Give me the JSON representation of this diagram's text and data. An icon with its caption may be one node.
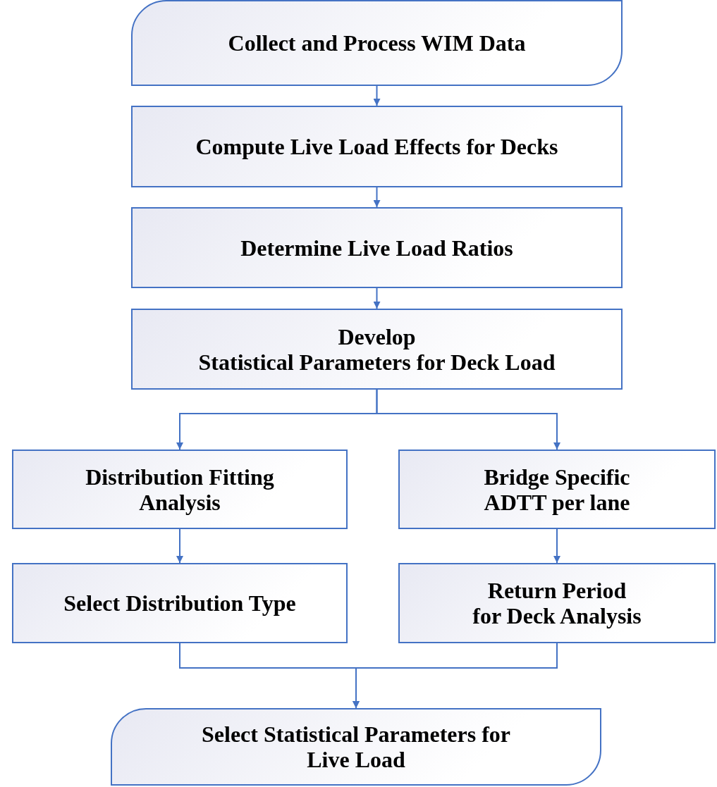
{
  "diagram": {
    "nodes": [
      {
        "text": [
          "Collect and Process WIM Data"
        ]
      },
      {
        "text": [
          "Compute Live Load Effects for Decks"
        ]
      },
      {
        "text": [
          "Determine Live Load Ratios"
        ]
      },
      {
        "text": [
          "Develop",
          "Statistical Parameters for Deck Load"
        ]
      },
      {
        "text": [
          "Distribution Fitting Analysis"
        ]
      },
      {
        "text": [
          "Bridge Specific ADTT per lane"
        ]
      },
      {
        "text": [
          "Select Distribution Type"
        ]
      },
      {
        "text": [
          "Return Period",
          "for Deck Analysis"
        ]
      },
      {
        "text": [
          "Select Statistical Parameters for Live Load"
        ]
      }
    ],
    "edges": [
      {
        "from": 0,
        "to": 1,
        "arrow": "to"
      },
      {
        "from": 1,
        "to": 2,
        "arrow": "to"
      },
      {
        "from": 2,
        "to": 3,
        "arrow": "to"
      },
      {
        "from": 3,
        "to": 4,
        "arrow": "to"
      },
      {
        "from": 3,
        "to": 5,
        "arrow": "to"
      },
      {
        "from": 4,
        "to": 6,
        "arrow": "to"
      },
      {
        "from": 5,
        "to": 7,
        "arrow": "to"
      },
      {
        "from": 6,
        "to": 8,
        "arrow": "to"
      },
      {
        "from": 7,
        "to": 8,
        "arrow": "to"
      }
    ]
  }
}
